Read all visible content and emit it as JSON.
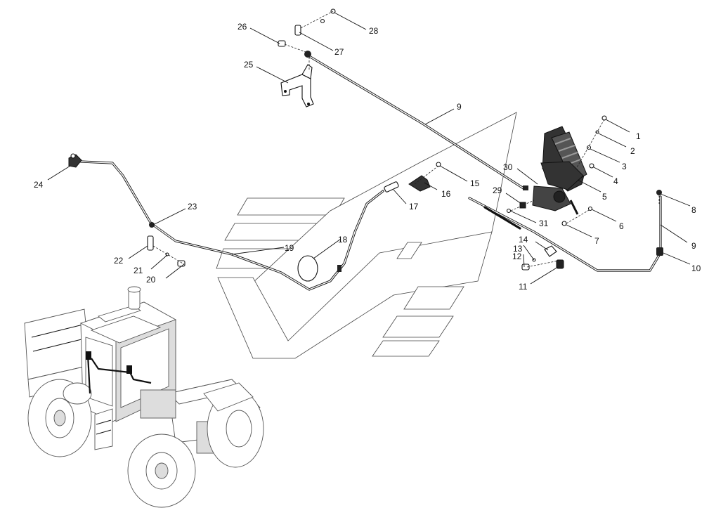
{
  "labels": {
    "l1": "1",
    "l2": "2",
    "l3": "3",
    "l4": "4",
    "l5": "5",
    "l6": "6",
    "l7": "7",
    "l8": "8",
    "l9a": "9",
    "l9b": "9",
    "l10": "10",
    "l11": "11",
    "l12": "12",
    "l13": "13",
    "l14": "14",
    "l15": "15",
    "l16": "16",
    "l17": "17",
    "l18": "18",
    "l19": "19",
    "l20": "20",
    "l21": "21",
    "l22": "22",
    "l23": "23",
    "l24": "24",
    "l25": "25",
    "l26": "26",
    "l27": "27",
    "l28": "28",
    "l29": "29",
    "l30": "30",
    "l31": "31"
  }
}
